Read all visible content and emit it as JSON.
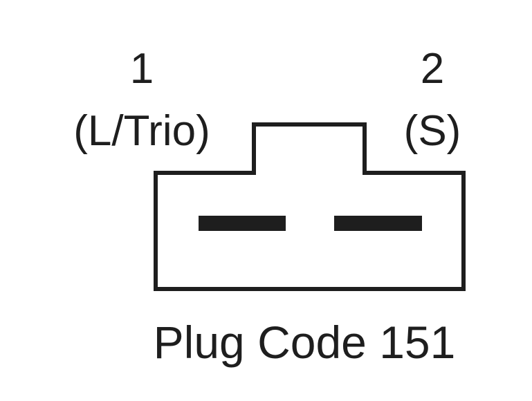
{
  "pins": [
    {
      "number": "1",
      "label": "(L/Trio)"
    },
    {
      "number": "2",
      "label": "(S)"
    }
  ],
  "caption": "Plug Code 151",
  "colors": {
    "ink": "#1e1e1e",
    "background": "#ffffff"
  }
}
